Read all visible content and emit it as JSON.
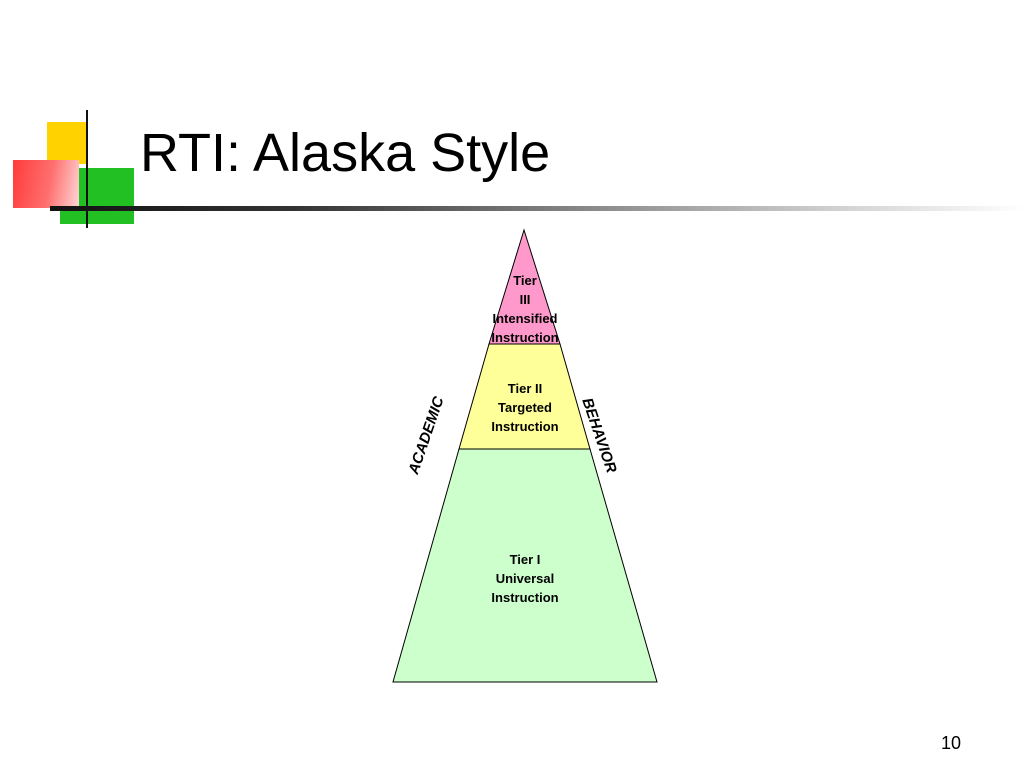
{
  "slide": {
    "title": "RTI: Alaska Style",
    "page_number": "10"
  },
  "pyramid": {
    "tier3": {
      "lines": [
        "Tier",
        "III",
        "Intensified",
        "Instruction"
      ],
      "color": "#ff99cc"
    },
    "tier2": {
      "lines": [
        "Tier II",
        "Targeted",
        "Instruction"
      ],
      "color": "#ffff99"
    },
    "tier1": {
      "lines": [
        "Tier I",
        "Universal",
        "Instruction"
      ],
      "color": "#ccffcc"
    },
    "left_label": "ACADEMIC",
    "right_label": "BEHAVIOR"
  },
  "colors": {
    "accent_yellow": "#ffd200",
    "accent_green": "#22c022",
    "accent_red": "#ff3b3b"
  }
}
